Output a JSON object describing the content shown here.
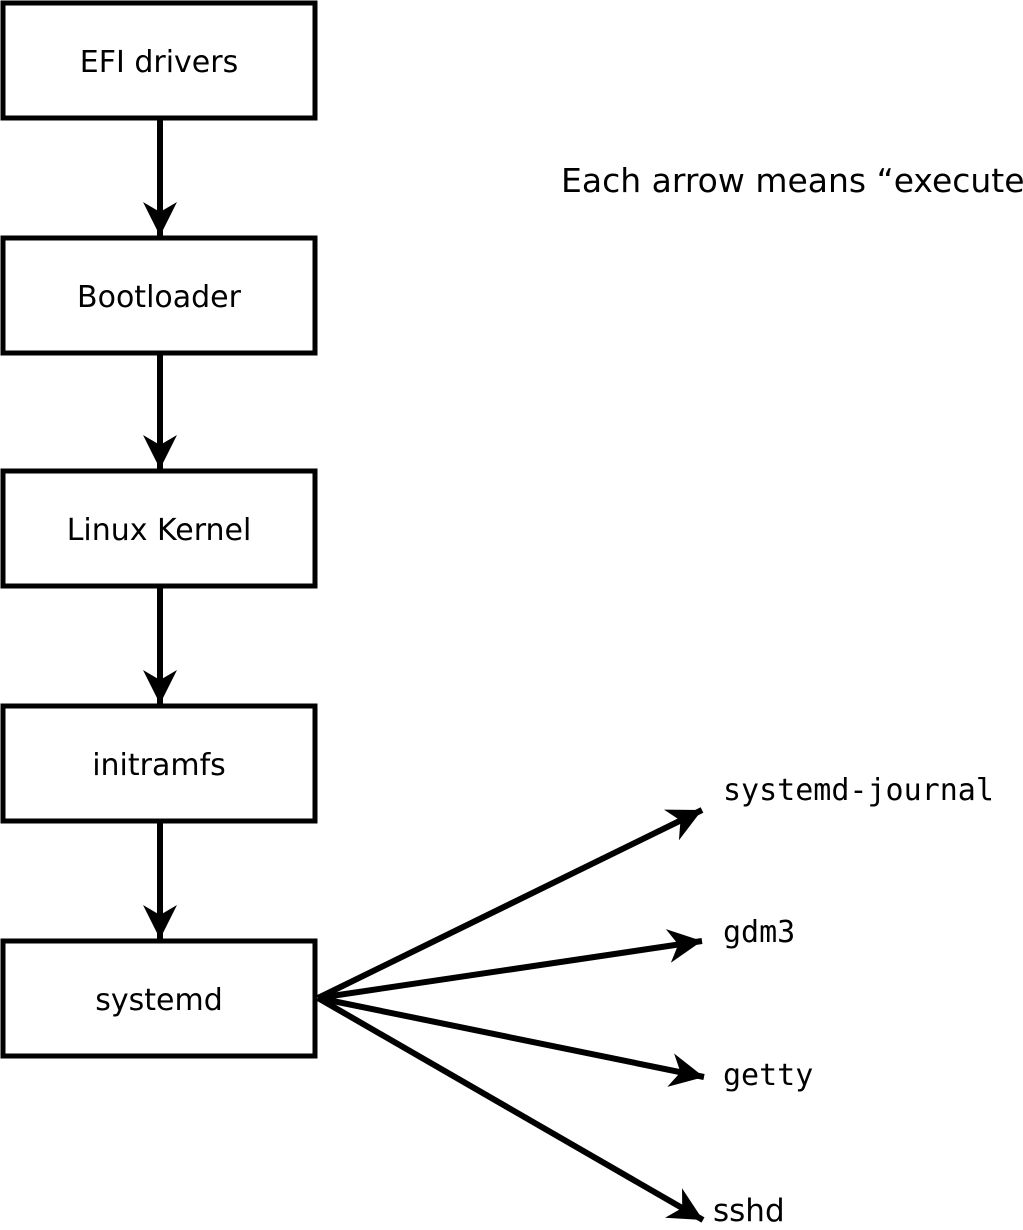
{
  "diagram": {
    "caption": "Each arrow means “executes”.",
    "arrow_meaning": "executes",
    "boot_chain": [
      {
        "label": "EFI drivers"
      },
      {
        "label": "Bootloader"
      },
      {
        "label": "Linux Kernel"
      },
      {
        "label": "initramfs"
      },
      {
        "label": "systemd"
      }
    ],
    "spawned_processes": [
      {
        "label": "systemd-journal"
      },
      {
        "label": "gdm3"
      },
      {
        "label": "getty"
      },
      {
        "label": "sshd"
      }
    ],
    "colors": {
      "foreground": "#000000",
      "background": "#ffffff"
    }
  }
}
